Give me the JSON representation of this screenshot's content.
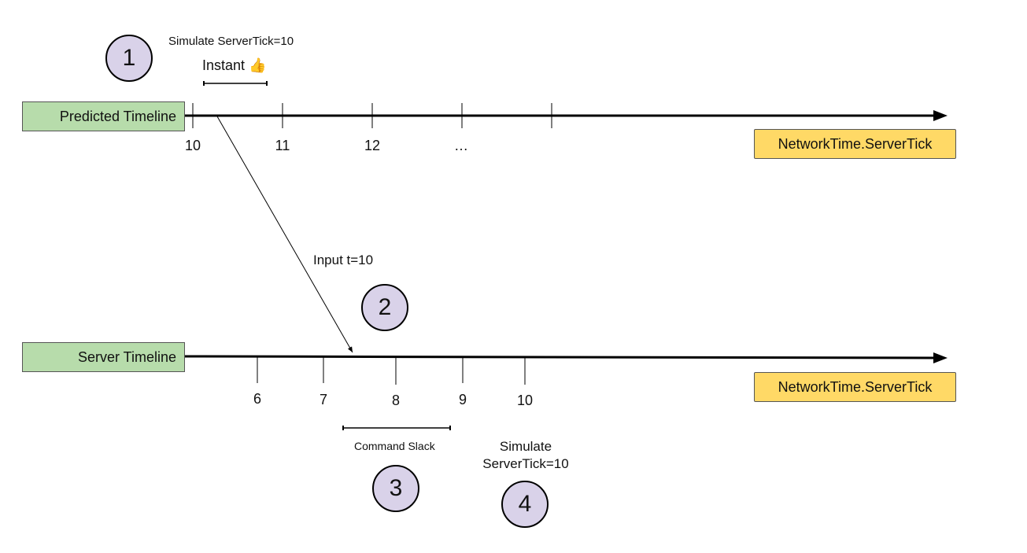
{
  "predicted": {
    "label": "Predicted Timeline",
    "axis_label": "NetworkTime.ServerTick",
    "ticks": [
      "10",
      "11",
      "12",
      "…"
    ]
  },
  "server": {
    "label": "Server Timeline",
    "axis_label": "NetworkTime.ServerTick",
    "ticks": [
      "6",
      "7",
      "8",
      "9",
      "10"
    ]
  },
  "steps": {
    "one": "1",
    "two": "2",
    "three": "3",
    "four": "4"
  },
  "annotations": {
    "simulate_top": "Simulate ServerTick=10",
    "instant": "Instant 👍",
    "input": "Input t=10",
    "command_slack": "Command Slack",
    "simulate_bottom_1": "Simulate",
    "simulate_bottom_2": "ServerTick=10"
  },
  "colors": {
    "timeline_box": "#b7dcab",
    "axis_box": "#ffd966",
    "step_circle": "#d9d2e9"
  }
}
